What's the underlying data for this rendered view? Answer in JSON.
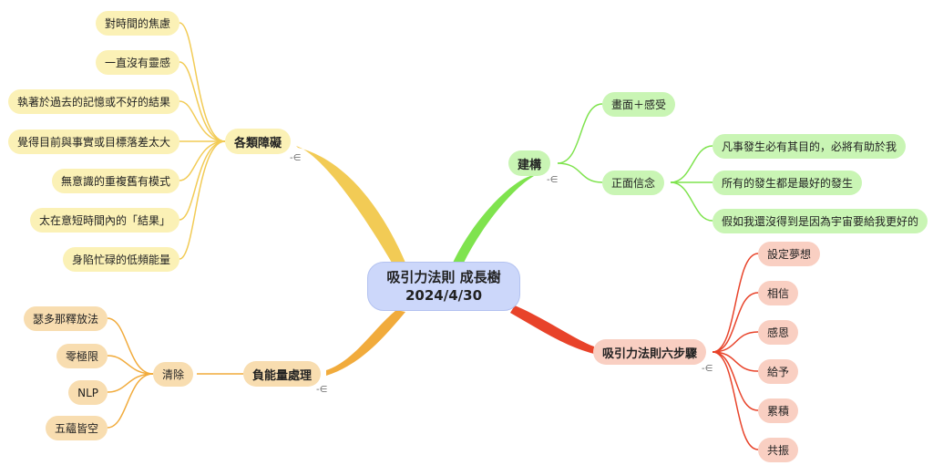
{
  "center": {
    "title": "吸引力法則 成長樹",
    "date": "2024/4/30"
  },
  "branches": {
    "obstacles": {
      "label": "各類障礙",
      "color": "#f2cb55",
      "children": [
        "對時間的焦慮",
        "一直沒有靈感",
        "執著於過去的記憶或不好的結果",
        "覺得目前與事實或目標落差太大",
        "無意識的重複舊有模式",
        "太在意短時間內的「結果」",
        "身陷忙碌的低頻能量"
      ]
    },
    "construct": {
      "label": "建構",
      "color": "#7fe34e",
      "children": [
        {
          "label": "畫面＋感受"
        },
        {
          "label": "正面信念",
          "children": [
            "凡事發生必有其目的，必將有助於我",
            "所有的發生都是最好的發生",
            "假如我還沒得到是因為宇宙要給我更好的"
          ]
        }
      ]
    },
    "six_steps": {
      "label": "吸引力法則六步驟",
      "color": "#e8432a",
      "children": [
        "設定夢想",
        "相信",
        "感恩",
        "給予",
        "累積",
        "共振"
      ]
    },
    "negative": {
      "label": "負能量處理",
      "color": "#f1ab3c",
      "children": [
        {
          "label": "清除",
          "children": [
            "瑟多那釋放法",
            "零極限",
            "NLP",
            "五蘊皆空"
          ]
        }
      ]
    }
  },
  "collapse_symbol": "-∈"
}
